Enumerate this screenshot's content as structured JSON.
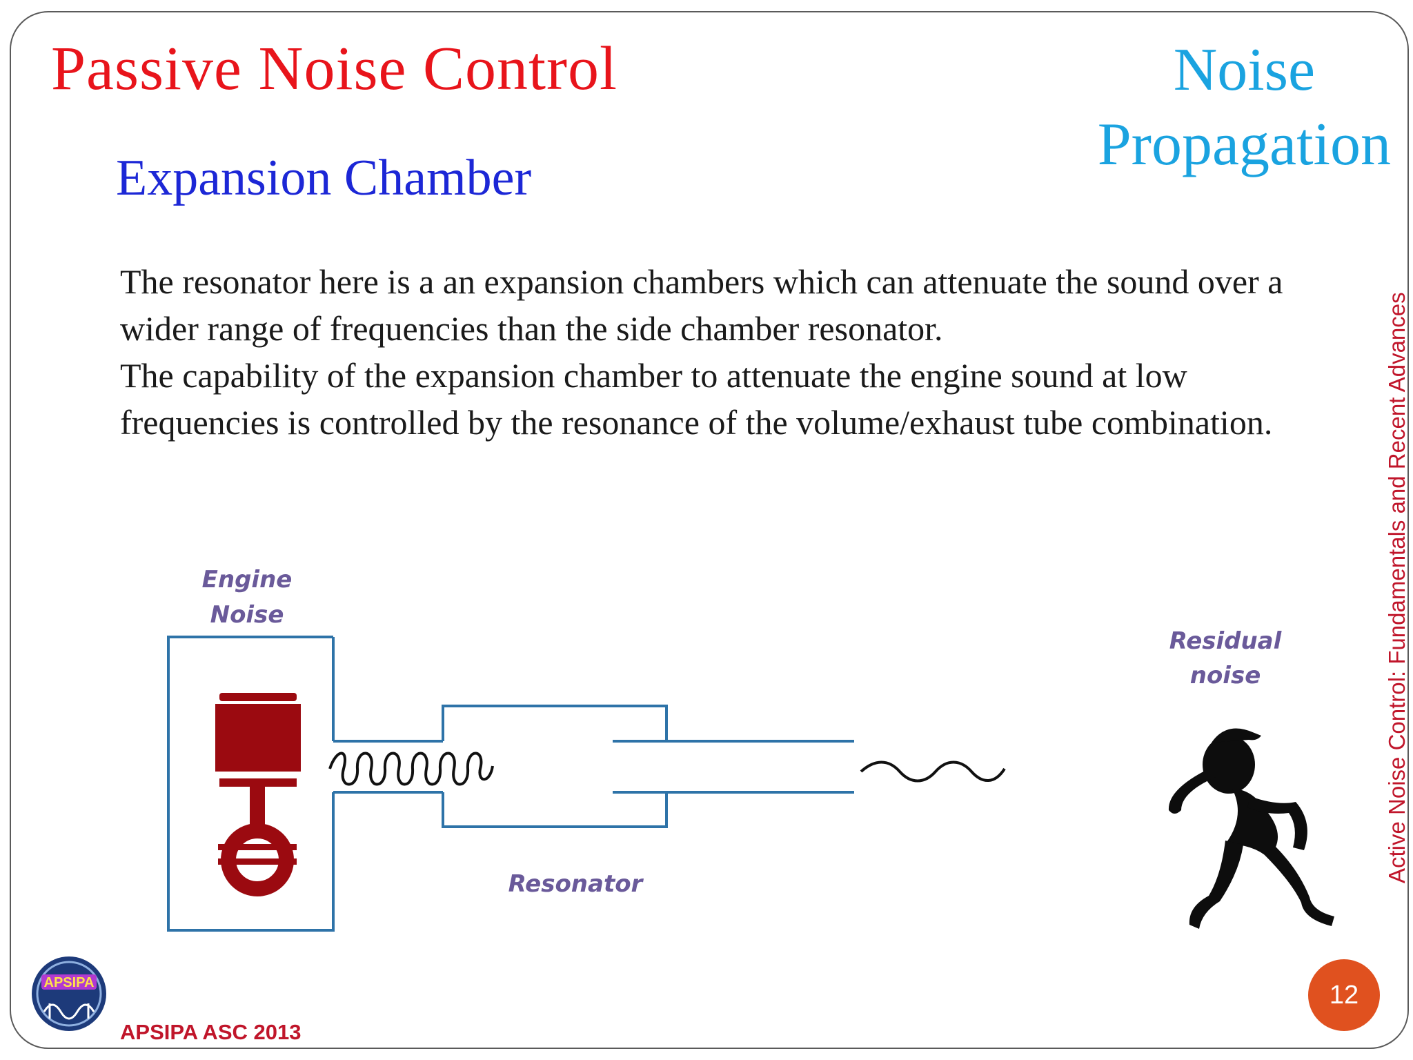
{
  "slide": {
    "title": "Passive Noise Control",
    "topic_line1": "Noise",
    "topic_line2": "Propagation",
    "subtitle": "Expansion Chamber",
    "paragraph1": "The resonator here is a  an expansion chambers  which can attenuate the sound over a wider range of frequencies than the side chamber resonator.",
    "paragraph2": "The capability of the expansion chamber to attenuate the engine sound at low frequencies is controlled by the resonance of the volume/exhaust tube combination.",
    "side_label": "Active Noise Control: Fundamentals and Recent Advances",
    "footer": "APSIPA ASC 2013",
    "page_number": "12",
    "logo_text": "APSIPA"
  },
  "diagram": {
    "engine_label_1": "Engine",
    "engine_label_2": "Noise",
    "resonator_label": "Resonator",
    "residual_label_1": "Residual",
    "residual_label_2": "noise"
  },
  "colors": {
    "title": "#e8141b",
    "topic": "#1aa3e0",
    "subtitle": "#1c27d6",
    "accent_red": "#c0152a",
    "pipe_blue": "#2e73a8",
    "engine_red": "#9b0a10",
    "page_badge": "#e0511f"
  }
}
